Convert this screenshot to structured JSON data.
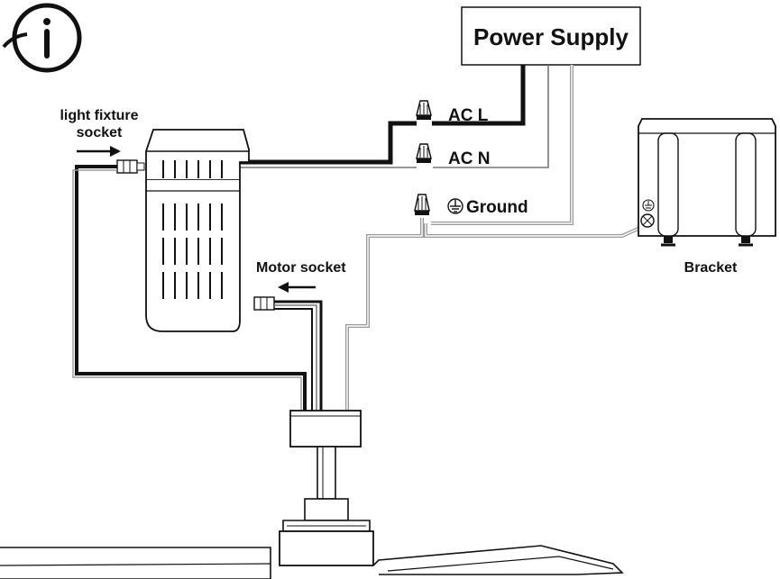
{
  "labels": {
    "power_supply": "Power Supply",
    "ac_l": "AC L",
    "ac_n": "AC N",
    "ground": "Ground",
    "light_fixture_line1": "light fixture",
    "light_fixture_line2": "socket",
    "motor_socket": "Motor socket",
    "bracket": "Bracket"
  },
  "icons": {
    "info": "info-icon",
    "ground_symbol": "ground-symbol-icon"
  },
  "colors": {
    "line": "#111111",
    "wire_live": "#111111",
    "wire_neutral_ground": "#9a9a9a",
    "background": "#ffffff"
  }
}
